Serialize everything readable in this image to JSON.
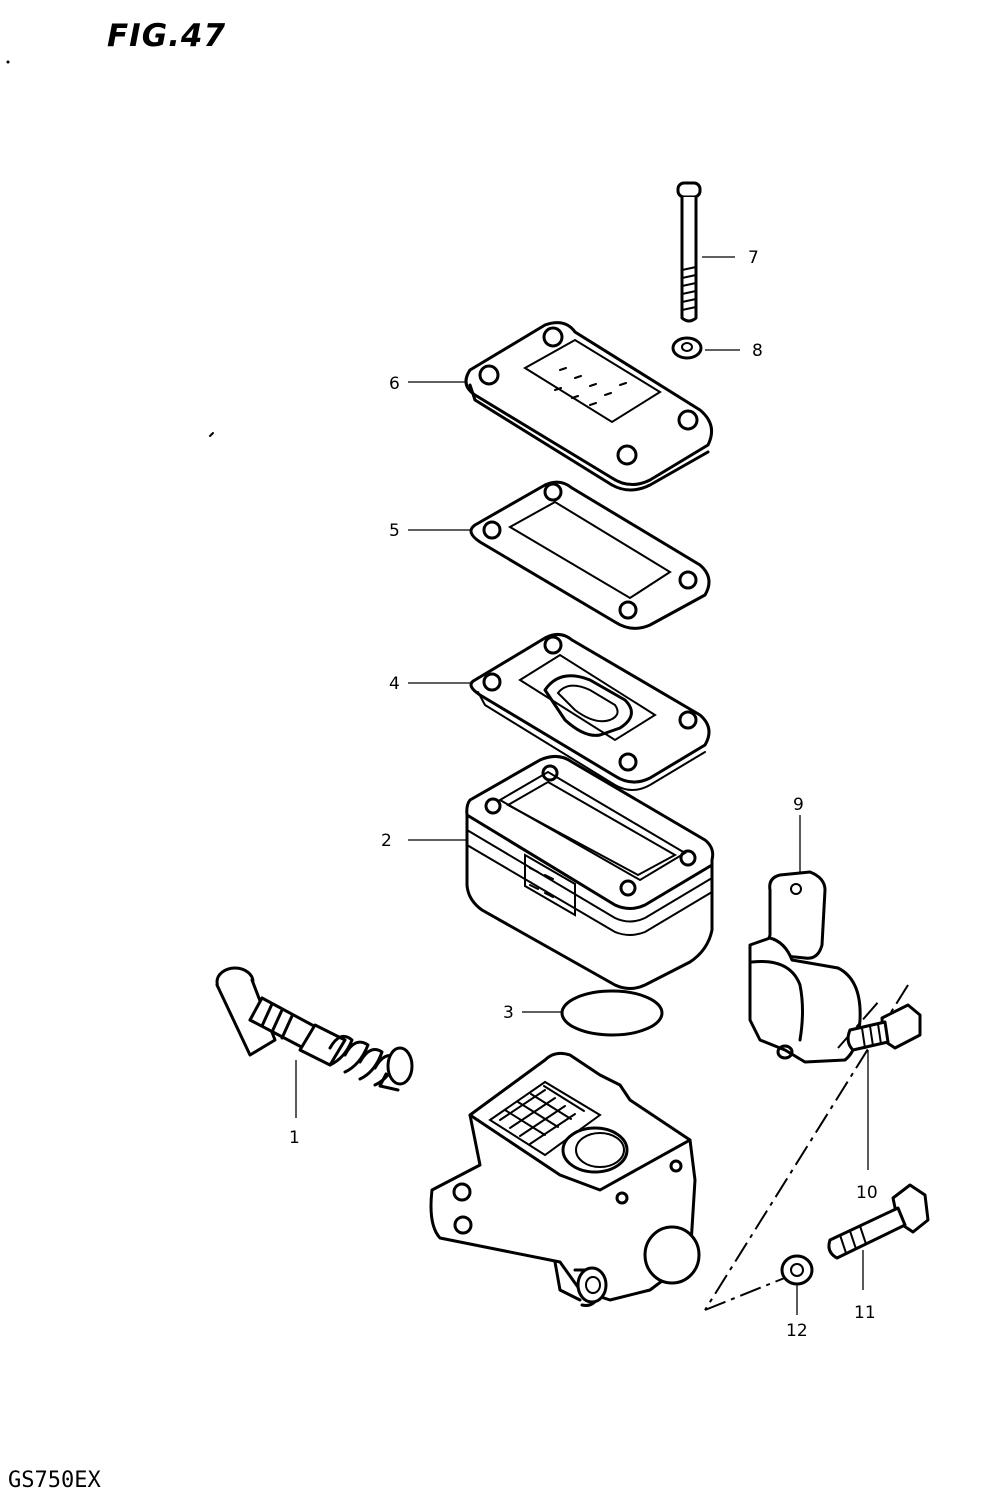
{
  "figure": {
    "title": "FIG.47",
    "model_code": "GS750EX"
  },
  "callouts": {
    "p1": "1",
    "p2": "2",
    "p3": "3",
    "p4": "4",
    "p5": "5",
    "p6": "6",
    "p7": "7",
    "p8": "8",
    "p9": "9",
    "p10": "10",
    "p11": "11",
    "p12": "12"
  }
}
